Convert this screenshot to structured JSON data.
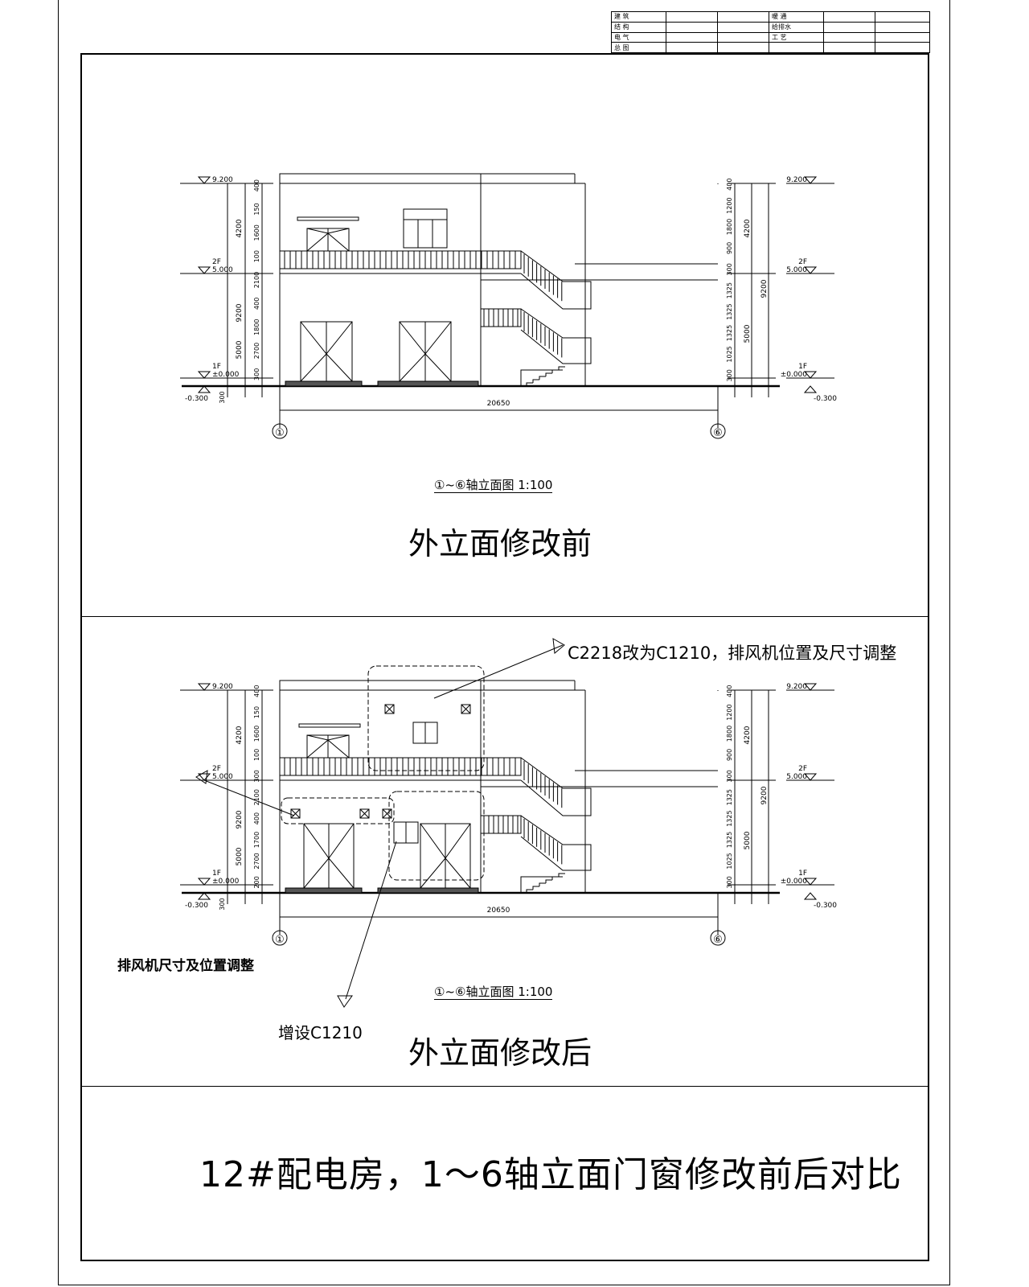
{
  "title_block": {
    "rows": [
      [
        "建 筑",
        "",
        "",
        "暖 通",
        "",
        ""
      ],
      [
        "结 构",
        "",
        "",
        "给排水",
        "",
        ""
      ],
      [
        "电 气",
        "",
        "",
        "工 艺",
        "",
        ""
      ],
      [
        "总 图",
        "",
        "",
        "",
        "",
        ""
      ]
    ]
  },
  "elevation_before": {
    "view_title": "①~⑥轴立面图 1:100",
    "caption": "外立面修改前",
    "axis_left": "①",
    "axis_right": "⑥",
    "overall_dim": "20650"
  },
  "elevation_after": {
    "view_title": "①~⑥轴立面图 1:100",
    "caption": "外立面修改后",
    "axis_left": "①",
    "axis_right": "⑥",
    "overall_dim": "20650",
    "note_top": "C2218改为C1210，排风机位置及尺寸调整",
    "note_fan": "排风机尺寸及位置调整",
    "note_window": "增设C1210"
  },
  "levels": {
    "roof": "9.200",
    "second_floor": "2F",
    "second_elev": "5.000",
    "first_floor": "1F",
    "first_elev": "±0.000",
    "ground": "-0.300"
  },
  "dims": {
    "left_outer": "9200",
    "left_upper": "4200",
    "left_lower": "5000",
    "left_chain_before": [
      "400",
      "150",
      "1600",
      "100",
      "2100",
      "400",
      "1800",
      "2700",
      "300"
    ],
    "left_chain_after": [
      "400",
      "150",
      "1600",
      "100",
      "300",
      "2100",
      "400",
      "1700",
      "2700",
      "200"
    ],
    "right_outer": "9200",
    "right_upper": "4200",
    "right_lower": "5000",
    "right_chain": [
      "400",
      "1200",
      "1800",
      "900",
      "300",
      "1325",
      "1325",
      "1325",
      "1025",
      "300"
    ],
    "base": "300"
  },
  "footer_title": "12#配电房，1～6轴立面门窗修改前后对比"
}
